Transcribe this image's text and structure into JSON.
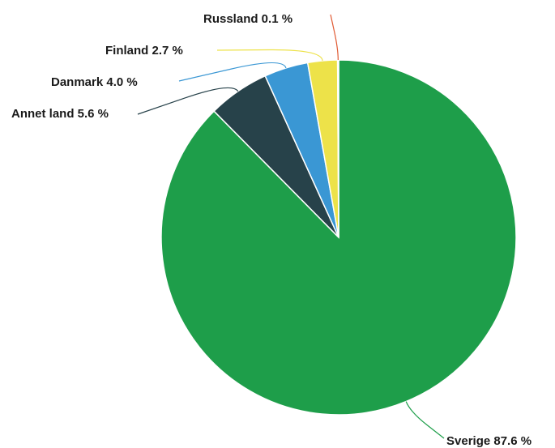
{
  "chart_data": {
    "type": "pie",
    "slices": [
      {
        "name": "Sverige",
        "value": 87.6,
        "label": "Sverige 87.6 %",
        "color": "#1e9e4a"
      },
      {
        "name": "Annet land",
        "value": 5.6,
        "label": "Annet land 5.6 %",
        "color": "#27424a"
      },
      {
        "name": "Danmark",
        "value": 4.0,
        "label": "Danmark 4.0 %",
        "color": "#3a97d4"
      },
      {
        "name": "Finland",
        "value": 2.7,
        "label": "Finland 2.7 %",
        "color": "#ede249"
      },
      {
        "name": "Russland",
        "value": 0.1,
        "label": "Russland 0.1 %",
        "color": "#e05a33"
      }
    ]
  }
}
